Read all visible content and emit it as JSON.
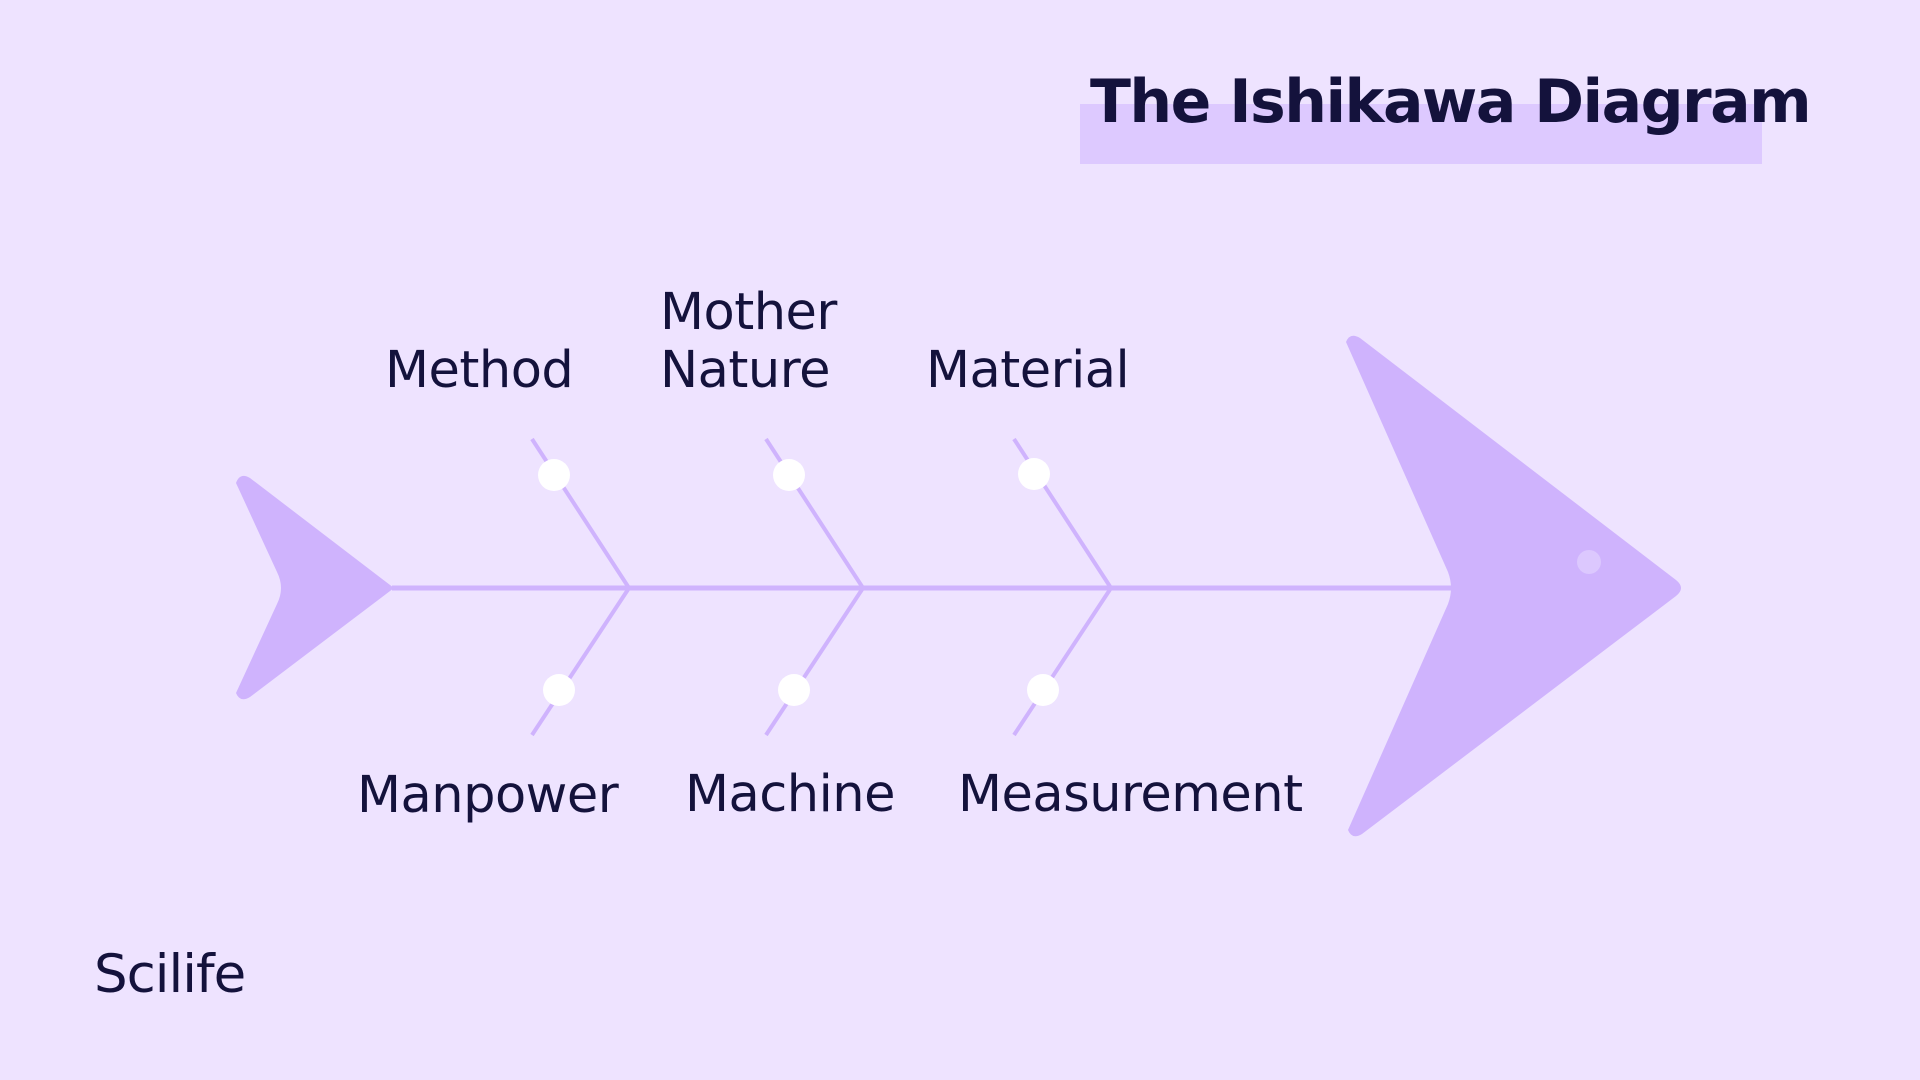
{
  "title": "The Ishikawa Diagram",
  "brand": "Scilife",
  "categories": {
    "method": "Method",
    "mother_nature": "Mother\nNature",
    "material": "Material",
    "manpower": "Manpower",
    "machine": "Machine",
    "measurement": "Measurement"
  },
  "colors": {
    "background": "#EEE3FF",
    "fish": "#CFB3FD",
    "highlight": "#DDC9FF",
    "text": "#14123C",
    "dots": "#FFFFFF"
  }
}
